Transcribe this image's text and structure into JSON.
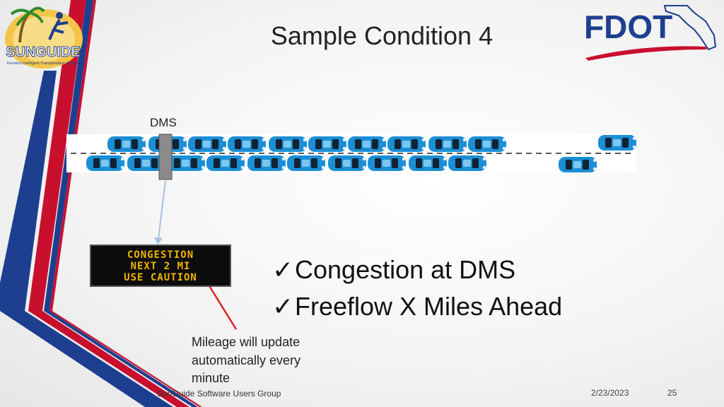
{
  "title": "Sample Condition 4",
  "dms_label": "DMS",
  "dms_message": [
    "CONGESTION",
    "NEXT 2 MI",
    "USE CAUTION"
  ],
  "bullets": [
    "Congestion at DMS",
    "Freeflow X Miles Ahead"
  ],
  "note": "Mileage will update\nautomatically every\nminute",
  "footer": "SunGuide Software Users Group",
  "date": "2/23/2023",
  "page_number": "25",
  "logos": {
    "sunguide": {
      "text": "SUNGUIDE",
      "tagline": "Florida's Intelligent Transportation System"
    },
    "fdot": {
      "text": "FDOT"
    }
  },
  "colors": {
    "car": "#1a8fd6",
    "dms_text": "#f0b400",
    "stripe_red": "#c8102e",
    "stripe_blue": "#1e3f8f",
    "arrow_red": "#e02020"
  },
  "icons": {
    "check": "checkmark-icon",
    "car": "car-icon"
  }
}
